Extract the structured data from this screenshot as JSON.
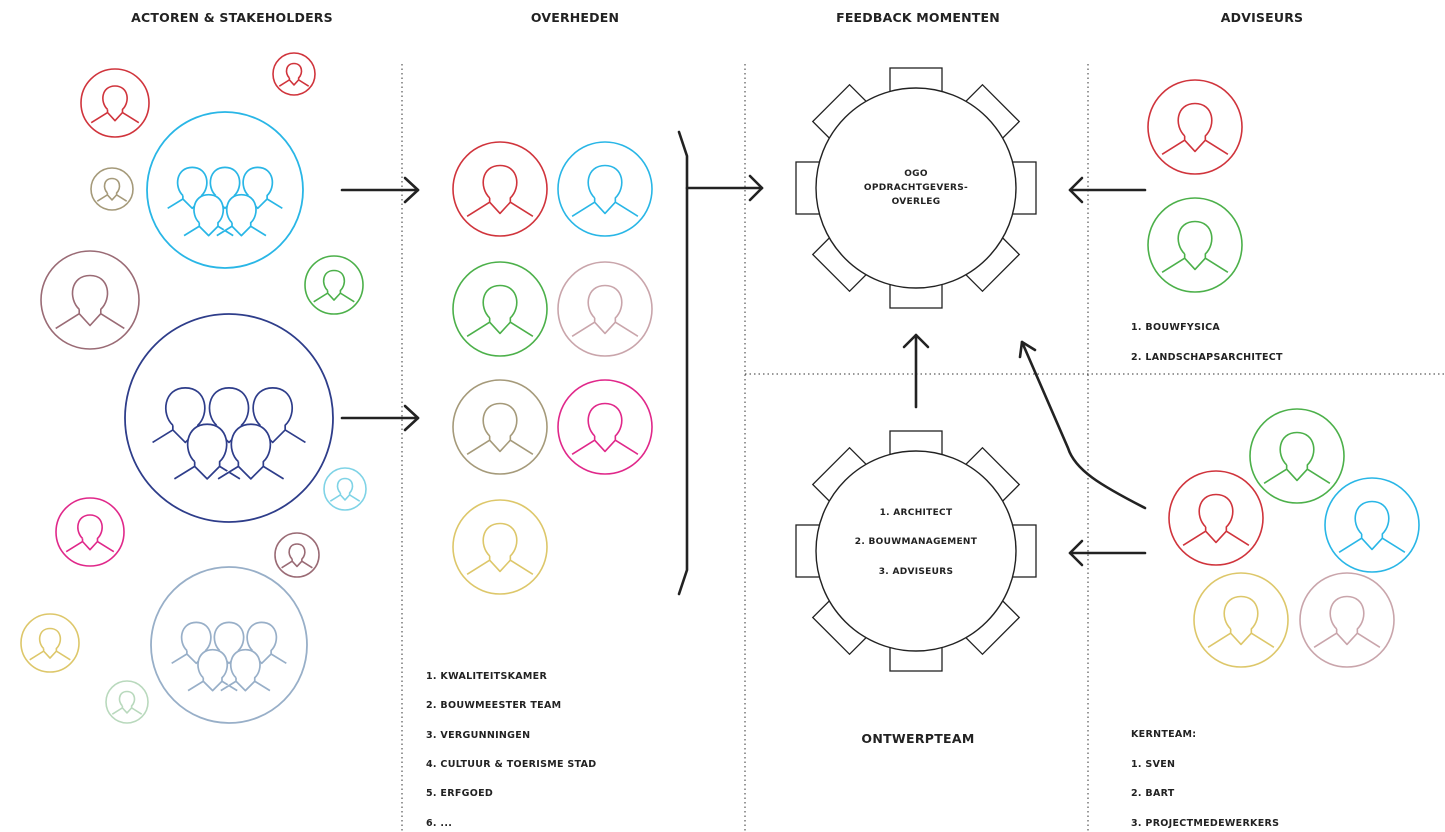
{
  "headers": {
    "actors": "ACTOREN & STAKEHOLDERS",
    "overheden": "OVERHEDEN",
    "feedback": "FEEDBACK MOMENTEN",
    "adviseurs": "ADVISEURS"
  },
  "ogo_table": {
    "line1": "OGO",
    "line2": "OPDRACHTGEVERS-",
    "line3": "OVERLEG"
  },
  "ontwerp_table": {
    "items": [
      "1. ARCHITECT",
      "2. BOUWMANAGEMENT",
      "3. ADVISEURS"
    ]
  },
  "ontwerpteam_title": "ONTWERPTEAM",
  "overheden_list": [
    "1. KWALITEITSKAMER",
    "2. BOUWMEESTER TEAM",
    "3. VERGUNNINGEN",
    "4. CULTUUR & TOERISME STAD",
    "5. ERFGOED",
    "6. ..."
  ],
  "adviseurs_list": [
    "1. BOUWFYSICA",
    "2. LANDSCHAPSARCHITECT"
  ],
  "kernteam": {
    "title": "KERNTEAM:",
    "items": [
      "1. SVEN",
      "2. BART",
      "3. PROJECTMEDEWERKERS"
    ]
  },
  "colors": {
    "red": "#d0343c",
    "cyan": "#29b6e6",
    "green": "#4cb04a",
    "pink_grey": "#c9a5ab",
    "olive": "#a59a7a",
    "magenta": "#e0288a",
    "yellow": "#ddc76a",
    "navy": "#2e3d8a",
    "mauve": "#9a6b75",
    "light_cyan": "#7fd3e6",
    "pale_green": "#b9d9bd",
    "steel": "#98afc8",
    "ink": "#222222"
  }
}
